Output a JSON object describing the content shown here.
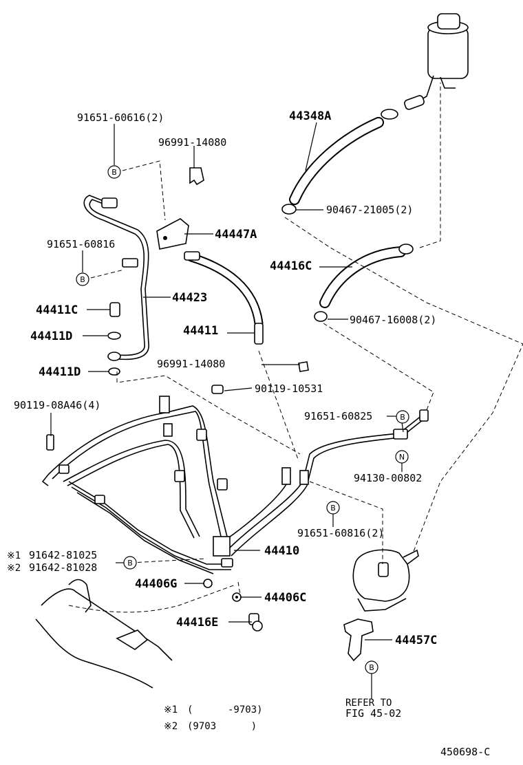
{
  "parts": {
    "p_91651_60616": "91651-60616(2)",
    "p_96991_14080_a": "96991-14080",
    "p_44348A": "44348A",
    "p_90467_21005": "90467-21005(2)",
    "p_44447A": "44447A",
    "p_91651_60816": "91651-60816",
    "p_44416C": "44416C",
    "p_44423": "44423",
    "p_44411C": "44411C",
    "p_90467_16008": "90467-16008(2)",
    "p_44411D_a": "44411D",
    "p_44411": "44411",
    "p_44411D_b": "44411D",
    "p_96991_14080_b": "96991-14080",
    "p_90119_10531": "90119-10531",
    "p_90119_08A46": "90119-08A46(4)",
    "p_91651_60825": "91651-60825",
    "p_94130_00802": "94130-00802",
    "p_91651_60816_2": "91651-60816(2)",
    "p_44410": "44410",
    "p_91642_81025": "91642-81025",
    "p_91642_81028": "91642-81028",
    "p_44406G": "44406G",
    "p_44406C": "44406C",
    "p_44416E": "44416E",
    "p_44457C": "44457C"
  },
  "marks": {
    "note1": "※1",
    "note2": "※2",
    "circle_b": "B",
    "circle_n": "N"
  },
  "notes": {
    "refer_line1": "REFER TO",
    "refer_line2": "FIG 45-02",
    "footnote1_mark": "※1",
    "footnote1_text": "(      -9703)",
    "footnote2_mark": "※2",
    "footnote2_text": "(9703      )",
    "figure_id": "450698-C"
  }
}
